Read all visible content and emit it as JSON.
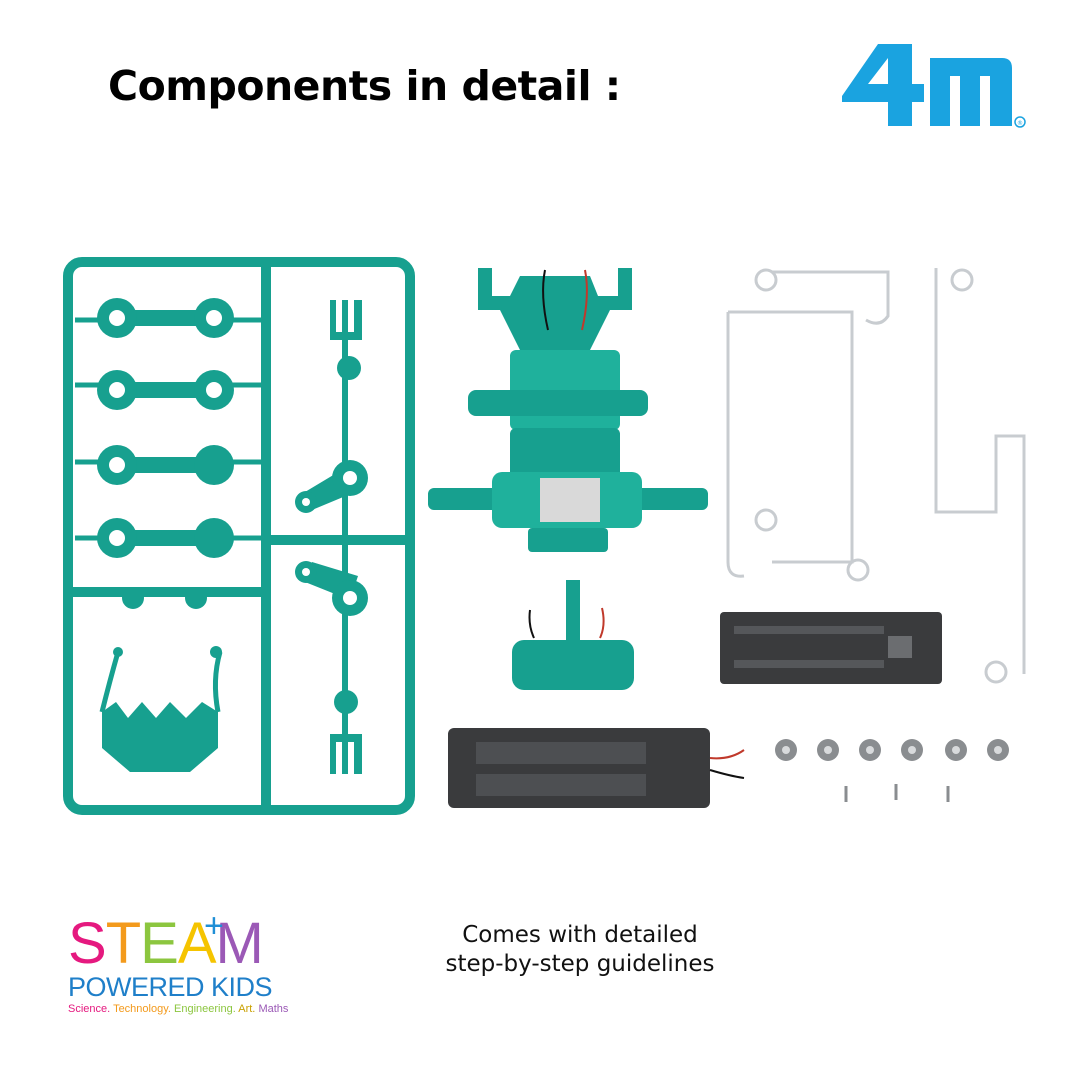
{
  "header": {
    "title": "Components in detail :",
    "brand_logo": "4M",
    "brand_mark": "®"
  },
  "caption": {
    "line1": "Comes with detailed",
    "line2": "step-by-step guidelines"
  },
  "steam_logo": {
    "letters": [
      "S",
      "T",
      "E",
      "A",
      "M"
    ],
    "plus": "+",
    "subtitle": "POWERED KIDS",
    "tagline": [
      "Science.",
      "Technology.",
      "Engineering.",
      "Art.",
      "Maths"
    ]
  },
  "colors": {
    "brand_blue": "#1aa3e0",
    "plastic_teal": "#17a08f",
    "steel_wire": "#c8ccd0",
    "battery_black": "#3a3b3d",
    "s": "#e5197f",
    "t": "#f39a1c",
    "e": "#8cc63f",
    "a": "#f5c400",
    "m": "#9b59b6"
  }
}
